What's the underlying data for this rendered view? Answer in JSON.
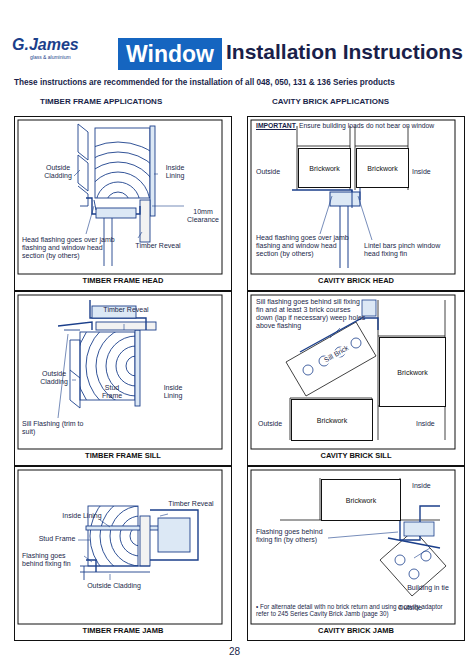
{
  "diagram": {
    "title": "Installation Instructions",
    "nodes": [
      {
        "text": [
          "Window"
        ]
      },
      {
        "text": [
          "TIMBER FRAME HEAD"
        ]
      },
      {
        "text": [
          "CAVITY BRICK HEAD"
        ]
      },
      {
        "text": [
          "Brickwork"
        ],
        "in": 2
      },
      {
        "text": [
          "Brickwork"
        ],
        "in": 2
      },
      {
        "text": [
          "TIMBER FRAME SILL"
        ]
      },
      {
        "text": [
          "CAVITY BRICK SILL"
        ]
      },
      {
        "text": [
          "Brickwork"
        ],
        "in": 6
      },
      {
        "text": [
          "Brickwork"
        ],
        "in": 6
      },
      {
        "text": [
          "TIMBER FRAME JAMB"
        ]
      },
      {
        "text": [
          "CAVITY BRICK JAMB"
        ]
      },
      {
        "text": [
          "Brickwork"
        ],
        "in": 10
      }
    ],
    "labels": [
      "G.James",
      "glass & aluminium",
      "These instructions are recommended for the installation of all 048, 050, 131 & 136 Series products",
      "TIMBER FRAME APPLICATIONS",
      "CAVITY BRICK APPLICATIONS",
      "Outside Cladding",
      "Inside Lining",
      "10mm Clearance",
      "Head flashing goes over jamb flashing and window head section (by others)",
      "Timber Reveal",
      "Timber Reveal",
      "Outside Cladding",
      "Stud Frame",
      "Inside Lining",
      "Sill Flashing (trim to suit)",
      "Inside Lining",
      "Timber Reveal",
      "Stud Frame",
      "Flashing goes behind fixing fin",
      "Outside Cladding",
      "IMPORTANT",
      "Ensure building loads do not bear on window",
      "Outside",
      "Inside",
      "Head flashing goes over jamb flashing and window head section (by others)",
      "Lintel bars pinch window head fixing fin",
      "Sill flashing goes behind sill fixing fin and at least 3 brick courses down (lap if necessary) weep holes above flashing",
      "Sill Brick",
      "Outside",
      "Inside",
      "Inside",
      "Flashing goes behind fixing fin (by others)",
      "Building in tie",
      "Outside",
      "• For alternate detail with no brick return and using a cavity adaptor refer to 245 Series Cavity Brick Jamb (page 30)",
      "28"
    ]
  }
}
